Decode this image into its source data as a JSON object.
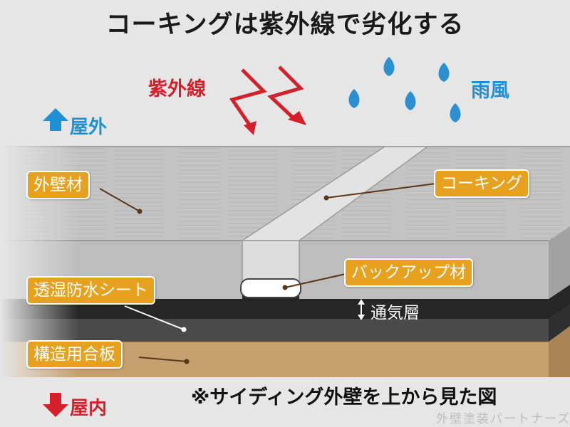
{
  "title": "コーキングは紫外線で劣化する",
  "elements": {
    "uv_label": "紫外線",
    "rain_label": "雨風",
    "outside_label": "屋外",
    "inside_label": "屋内"
  },
  "labels": {
    "exterior_wall": "外壁材",
    "caulking": "コーキング",
    "backup": "バックアップ材",
    "membrane": "透湿防水シート",
    "plywood": "構造用合板",
    "ventilation": "通気層"
  },
  "note": "※サイディング外壁を上から見た図",
  "watermark": "外壁塗装パートナーズ",
  "colors": {
    "uv": "#d4202a",
    "rain": "#1f8fd6",
    "label_bg": "#e6a11e",
    "panel_top": "#c4c4c4",
    "panel_front": "#bdbdbd",
    "caulk": "#e3e3e3",
    "membrane": "#4a4a4a",
    "plywood": "#c5a06f"
  },
  "icons": [
    "lightning-bolt-icon",
    "raindrop-icon",
    "arrow-up-icon",
    "arrow-down-icon",
    "double-arrow-icon"
  ]
}
